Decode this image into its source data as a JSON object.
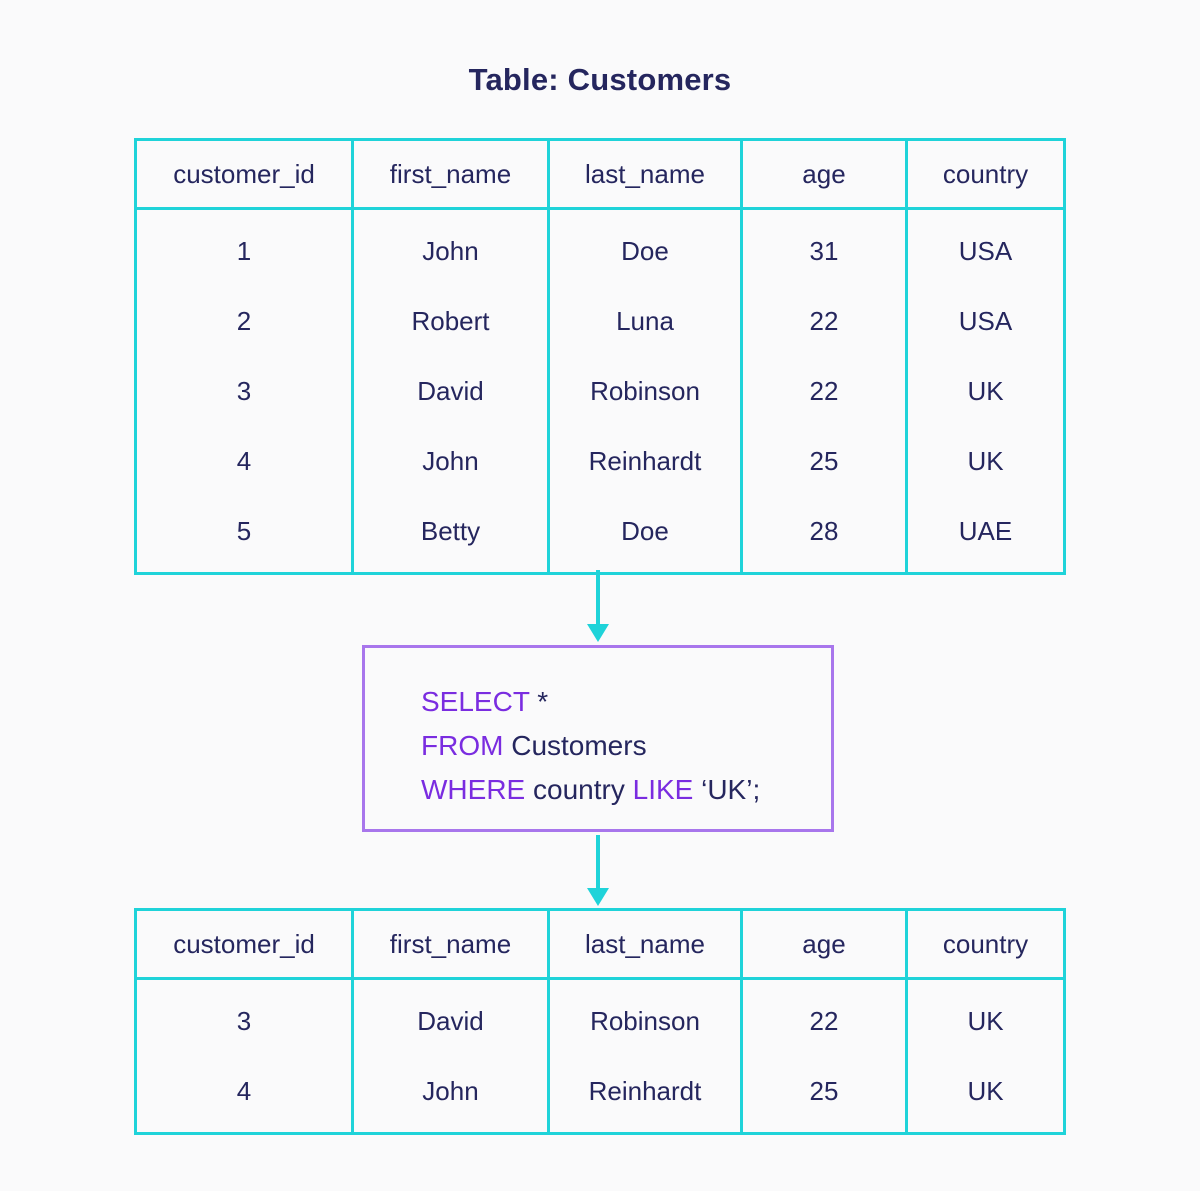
{
  "title": "Table: Customers",
  "source_table": {
    "columns": [
      "customer_id",
      "first_name",
      "last_name",
      "age",
      "country"
    ],
    "rows": [
      [
        "1",
        "John",
        "Doe",
        "31",
        "USA"
      ],
      [
        "2",
        "Robert",
        "Luna",
        "22",
        "USA"
      ],
      [
        "3",
        "David",
        "Robinson",
        "22",
        "UK"
      ],
      [
        "4",
        "John",
        "Reinhardt",
        "25",
        "UK"
      ],
      [
        "5",
        "Betty",
        "Doe",
        "28",
        "UAE"
      ]
    ]
  },
  "query": {
    "line1": {
      "keyword": "SELECT",
      "rest": " *"
    },
    "line2": {
      "keyword": "FROM",
      "rest": " Customers"
    },
    "line3": {
      "keyword": "WHERE",
      "mid": " country ",
      "keyword2": "LIKE",
      "rest": " ‘UK’;"
    }
  },
  "result_table": {
    "columns": [
      "customer_id",
      "first_name",
      "last_name",
      "age",
      "country"
    ],
    "rows": [
      [
        "3",
        "David",
        "Robinson",
        "22",
        "UK"
      ],
      [
        "4",
        "John",
        "Reinhardt",
        "25",
        "UK"
      ]
    ]
  },
  "colors": {
    "table_border": "#1fd3d9",
    "arrow": "#1fd3d9",
    "query_border": "#a876ec",
    "keyword": "#7a2ce0",
    "text": "#25265e"
  }
}
